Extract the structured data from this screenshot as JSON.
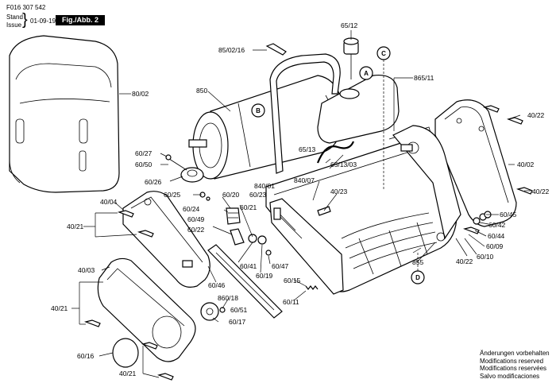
{
  "header": {
    "code": "F016 307 542",
    "stand_label": "Stand",
    "issue_label": "Issue",
    "date": "01-09-19",
    "figure": "Fig./Abb. 2"
  },
  "callouts": [
    "A",
    "B",
    "C",
    "D"
  ],
  "labels": {
    "p80_02": "80/02",
    "p85_02_16": "85/02/16",
    "p65_12": "65/12",
    "p865_11": "865/11",
    "p850": "850",
    "p60_27": "60/27",
    "p60_50": "60/50",
    "p60_26": "60/26",
    "p60_25": "60/25",
    "p60_24": "60/24",
    "p60_20": "60/20",
    "p60_23": "60/23",
    "p60_21": "60/21",
    "p60_49": "60/49",
    "p60_22": "60/22",
    "p65_13": "65/13",
    "p65_13_03": "65/13/03",
    "p840_01": "840/01",
    "p840_07": "840/07",
    "p40_23": "40/23",
    "p40_22_a": "40/22",
    "p40_22_b": "40/22",
    "p40_22_c": "40/22",
    "p40_02": "40/02",
    "p60_45": "60/45",
    "p60_42": "60/42",
    "p60_44": "60/44",
    "p60_09": "60/09",
    "p60_10": "60/10",
    "p855": "855",
    "p40_04": "40/04",
    "p40_21_a": "40/21",
    "p40_03": "40/03",
    "p40_21_b": "40/21",
    "p60_41": "60/41",
    "p60_47": "60/47",
    "p60_19": "60/19",
    "p60_15": "60/15",
    "p60_11": "60/11",
    "p60_46": "60/46",
    "p860_18": "860/18",
    "p60_51": "60/51",
    "p60_17": "60/17",
    "p60_16": "60/16",
    "p40_21_c": "40/21"
  },
  "notice": {
    "de": "Änderungen vorbehalten",
    "en": "Modifications reserved",
    "fr": "Modifications reservées",
    "es": "Salvo modificaciones"
  }
}
